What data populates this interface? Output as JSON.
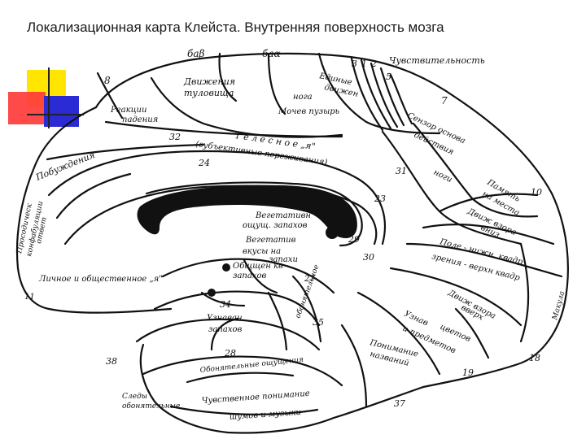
{
  "title": "Локализационная карта Клейста. Внутренняя поверхность мозга",
  "colors": {
    "square_yellow": "#FFE500",
    "square_red": "#FF3B3B",
    "square_blue": "#2B2BD6"
  },
  "labels": [
    {
      "id": "bab",
      "text": "баβ",
      "size": 12
    },
    {
      "id": "baa",
      "text": "баα",
      "size": 12
    },
    {
      "id": "n3",
      "text": "3",
      "size": 11
    },
    {
      "id": "n1",
      "text": "1",
      "size": 11
    },
    {
      "id": "n2",
      "text": "2",
      "size": 11
    },
    {
      "id": "sens",
      "text": "Чувствительность",
      "size": 11
    },
    {
      "id": "n8",
      "text": "8",
      "size": 12
    },
    {
      "id": "dvizh1",
      "text": "Движения",
      "size": 11
    },
    {
      "id": "dvizh2",
      "text": "туловища",
      "size": 11
    },
    {
      "id": "edin1",
      "text": "Единые",
      "size": 10
    },
    {
      "id": "edin2",
      "text": "движен",
      "size": 10
    },
    {
      "id": "n5",
      "text": "5",
      "size": 11
    },
    {
      "id": "noga",
      "text": "нога",
      "size": 10
    },
    {
      "id": "mochev",
      "text": "Мочев пузырь",
      "size": 10
    },
    {
      "id": "n7",
      "text": "7",
      "size": 12
    },
    {
      "id": "reakc1",
      "text": "Реакции",
      "size": 10
    },
    {
      "id": "reakc2",
      "text": "падения",
      "size": 10
    },
    {
      "id": "senz1",
      "text": "Сензор основа",
      "size": 10
    },
    {
      "id": "senz2",
      "text": "действия",
      "size": 10
    },
    {
      "id": "n32",
      "text": "32",
      "size": 11
    },
    {
      "id": "telesn",
      "text": "Т е л е с н о е   „я\"",
      "size": 11
    },
    {
      "id": "subj",
      "text": "(субъективные переживания)",
      "size": 10
    },
    {
      "id": "n24",
      "text": "24",
      "size": 11
    },
    {
      "id": "pobuzh",
      "text": "Побуждения",
      "size": 11
    },
    {
      "id": "n31",
      "text": "31",
      "size": 11
    },
    {
      "id": "nogi",
      "text": "ноги",
      "size": 10
    },
    {
      "id": "pamyat1",
      "text": "Память",
      "size": 10
    },
    {
      "id": "pamyat2",
      "text": "на места",
      "size": 10
    },
    {
      "id": "n10",
      "text": "10",
      "size": 11
    },
    {
      "id": "n23",
      "text": "23",
      "size": 11
    },
    {
      "id": "dvizh_vz1",
      "text": "Движ взора",
      "size": 10
    },
    {
      "id": "dvizh_vz2",
      "text": "вниз",
      "size": 10
    },
    {
      "id": "veg1",
      "text": "Вегетативн",
      "size": 10
    },
    {
      "id": "veg2",
      "text": "ощущ. запахов",
      "size": 10
    },
    {
      "id": "n29",
      "text": "29",
      "size": 11
    },
    {
      "id": "vegetat1",
      "text": "Вегетатив",
      "size": 10
    },
    {
      "id": "vegetat2",
      "text": "вкусы на",
      "size": 10
    },
    {
      "id": "vegetat3",
      "text": "запахи",
      "size": 10
    },
    {
      "id": "obshch1",
      "text": "Общщен кв",
      "size": 10
    },
    {
      "id": "obshch2",
      "text": "запахов",
      "size": 10
    },
    {
      "id": "pole1",
      "text": "Поле - нижн. квадр",
      "size": 10
    },
    {
      "id": "pole2",
      "text": "зрения - верхн квадр",
      "size": 10
    },
    {
      "id": "n30",
      "text": "30",
      "size": 11
    },
    {
      "id": "prosoz1",
      "text": "Просодическ",
      "size": 9
    },
    {
      "id": "prosoz2",
      "text": "конфабуляции",
      "size": 9
    },
    {
      "id": "prosoz3",
      "text": "ответ",
      "size": 9
    },
    {
      "id": "lichnoe",
      "text": "Личное  и  общественное  „я\"",
      "size": 10
    },
    {
      "id": "n11",
      "text": "11",
      "size": 10
    },
    {
      "id": "n27",
      "text": "27",
      "size": 10
    },
    {
      "id": "n34",
      "text": "34",
      "size": 11
    },
    {
      "id": "uznav1",
      "text": "Узнаван",
      "size": 10
    },
    {
      "id": "uznav2",
      "text": "запахов",
      "size": 10
    },
    {
      "id": "obon",
      "text": "обонятельное",
      "size": 9
    },
    {
      "id": "n35",
      "text": "35",
      "size": 11
    },
    {
      "id": "dvizh_vverkh1",
      "text": "Движ взора",
      "size": 10
    },
    {
      "id": "dvizh_vverkh2",
      "text": "вверх",
      "size": 10
    },
    {
      "id": "n28",
      "text": "28",
      "size": 11
    },
    {
      "id": "uznav_c1",
      "text": "Узнав",
      "size": 10
    },
    {
      "id": "uznav_c2",
      "text": "цветов",
      "size": 10
    },
    {
      "id": "uznav_c3",
      "text": "и предметов",
      "size": 10
    },
    {
      "id": "poniman1",
      "text": "Понимание",
      "size": 10
    },
    {
      "id": "poniman2",
      "text": "названий",
      "size": 10
    },
    {
      "id": "n38",
      "text": "38",
      "size": 11
    },
    {
      "id": "obonyat_bottom",
      "text": "Обонятельные ощущения",
      "size": 9
    },
    {
      "id": "n19",
      "text": "19",
      "size": 11
    },
    {
      "id": "n18",
      "text": "18",
      "size": 11
    },
    {
      "id": "chuv1",
      "text": "Чувственное  понимание",
      "size": 10
    },
    {
      "id": "chuv2",
      "text": "шумов  и  музыки",
      "size": 10
    },
    {
      "id": "n37",
      "text": "37",
      "size": 11
    },
    {
      "id": "makula",
      "text": "Макула",
      "size": 9
    },
    {
      "id": "sledy1",
      "text": "Следы",
      "size": 9
    },
    {
      "id": "sledy2",
      "text": "обонятельные",
      "size": 9
    }
  ]
}
